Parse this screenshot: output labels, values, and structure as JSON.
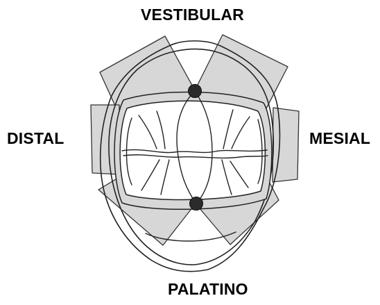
{
  "labels": {
    "top": "VESTIBULAR",
    "left": "DISTAL",
    "right": "MESIAL",
    "bottom": "PALATINO"
  },
  "colors": {
    "outline": "#222222",
    "shade": "#d7d7d7",
    "contact_point": "#2b2b2b",
    "background": "#ffffff",
    "text": "#000000"
  }
}
